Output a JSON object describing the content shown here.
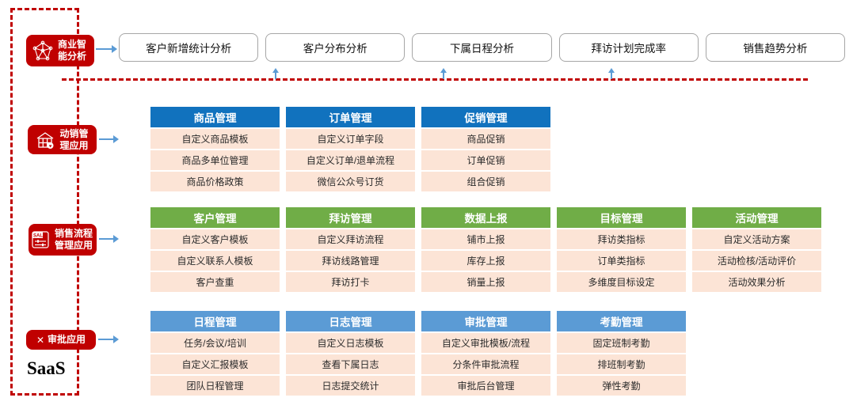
{
  "saas_label": "SaaS",
  "categories": [
    {
      "label": "商业智能分析",
      "icon": "network-icon"
    },
    {
      "label": "动销管理应用",
      "icon": "store-icon"
    },
    {
      "label": "销售流程管理应用",
      "icon": "sale-tag-icon"
    },
    {
      "label": "审批应用",
      "icon": "x-icon",
      "icon_glyph": "✕"
    }
  ],
  "bi_boxes": [
    "客户新增统计分析",
    "客户分布分析",
    "下属日程分析",
    "拜访计划完成率",
    "销售趋势分析"
  ],
  "groups": [
    {
      "category": "动销管理应用",
      "header_color": "#1172BE",
      "tables": [
        {
          "title": "商品管理",
          "rows": [
            "自定义商品模板",
            "商品多单位管理",
            "商品价格政策"
          ]
        },
        {
          "title": "订单管理",
          "rows": [
            "自定义订单字段",
            "自定义订单/退单流程",
            "微信公众号订货"
          ]
        },
        {
          "title": "促销管理",
          "rows": [
            "商品促销",
            "订单促销",
            "组合促销"
          ]
        }
      ]
    },
    {
      "category": "销售流程管理应用",
      "header_color": "#70AD47",
      "tables": [
        {
          "title": "客户管理",
          "rows": [
            "自定义客户模板",
            "自定义联系人模板",
            "客户查重"
          ]
        },
        {
          "title": "拜访管理",
          "rows": [
            "自定义拜访流程",
            "拜访线路管理",
            "拜访打卡"
          ]
        },
        {
          "title": "数据上报",
          "rows": [
            "铺市上报",
            "库存上报",
            "销量上报"
          ]
        },
        {
          "title": "目标管理",
          "rows": [
            "拜访类指标",
            "订单类指标",
            "多维度目标设定"
          ]
        },
        {
          "title": "活动管理",
          "rows": [
            "自定义活动方案",
            "活动检核/活动评价",
            "活动效果分析"
          ]
        }
      ]
    },
    {
      "category": "审批应用",
      "header_color": "#5B9BD5",
      "tables": [
        {
          "title": "日程管理",
          "rows": [
            "任务/会议/培训",
            "自定义汇报模板",
            "团队日程管理"
          ]
        },
        {
          "title": "日志管理",
          "rows": [
            "自定义日志模板",
            "查看下属日志",
            "日志提交统计"
          ]
        },
        {
          "title": "审批管理",
          "rows": [
            "自定义审批模板/流程",
            "分条件审批流程",
            "审批后台管理"
          ]
        },
        {
          "title": "考勤管理",
          "rows": [
            "固定班制考勤",
            "排班制考勤",
            "弹性考勤"
          ]
        }
      ]
    }
  ],
  "colors": {
    "red": "#C00000",
    "blue_header": "#1172BE",
    "green_header": "#70AD47",
    "light_blue_header": "#5B9BD5",
    "row_bg": "#FCE4D6",
    "arrow_blue": "#5B9BD5"
  }
}
